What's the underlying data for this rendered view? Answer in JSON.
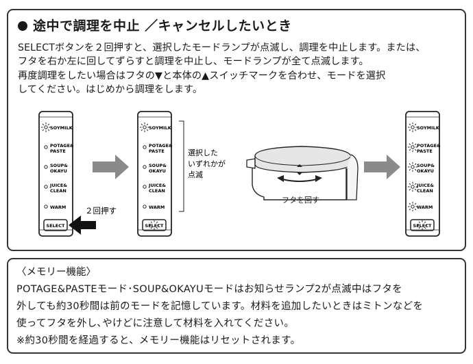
{
  "section1": {
    "heading": "途中で調理を中止 ／キャンセルしたいとき",
    "lines": [
      "SELECTボタンを２回押すと、選択したモードランプが点滅し、調理を中止します。または、",
      "フタを右か左に回してずらすと調理を中止し、モードランプが全て点滅します。",
      "再度調理をしたい場合はフタの▼と本体の▲スイッチマークを合わせ、モードを選択",
      "してください。はじめから調理をします。"
    ]
  },
  "panel": {
    "modes": [
      {
        "line1": "SOYMILK",
        "line2": ""
      },
      {
        "line1": "POTAGE&",
        "line2": "PASTE"
      },
      {
        "line1": "SOUP&",
        "line2": "OKAYU"
      },
      {
        "line1": "JUICE&",
        "line2": "CLEAN"
      },
      {
        "line1": "WARM",
        "line2": ""
      }
    ],
    "select_label": "SELECT",
    "press_twice": "２回押す",
    "blink_note": [
      "選択した",
      "いずれかが",
      "点滅"
    ],
    "rotate_lid": "フタを回す"
  },
  "section2": {
    "title": "〈メモリー機能〉",
    "lines": [
      "POTAGE&PASTEモード･SOUP&OKAYUモードはお知らせランプ2が点滅中はフタを",
      "外しても約30秒間は前のモードを記憶しています。材料を追加したいときはミトンなどを",
      "使ってフタを外し､やけどに注意して材料を入れてください。",
      "※約30秒間を経過すると、メモリー機能はリセットされます。"
    ]
  }
}
